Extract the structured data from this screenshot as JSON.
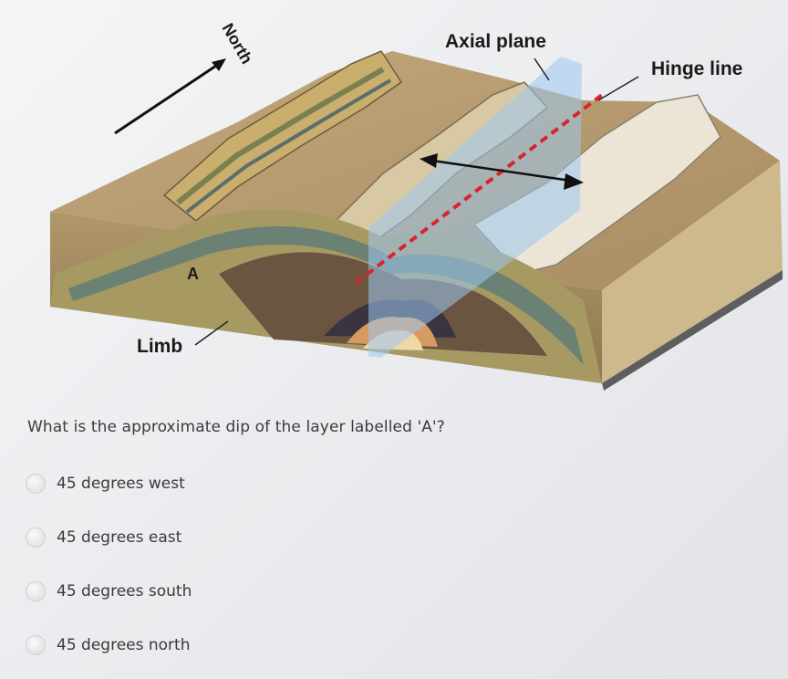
{
  "diagram": {
    "north_label": "North",
    "axial_plane_label": "Axial plane",
    "hinge_line_label": "Hinge line",
    "layer_label": "A",
    "limb_label": "Limb"
  },
  "question": {
    "text": "What is the approximate dip of the layer labelled 'A'?"
  },
  "options": [
    {
      "label": "45 degrees west",
      "selected": false
    },
    {
      "label": "45 degrees east",
      "selected": false
    },
    {
      "label": "45 degrees south",
      "selected": false
    },
    {
      "label": "45 degrees north",
      "selected": false
    }
  ]
}
